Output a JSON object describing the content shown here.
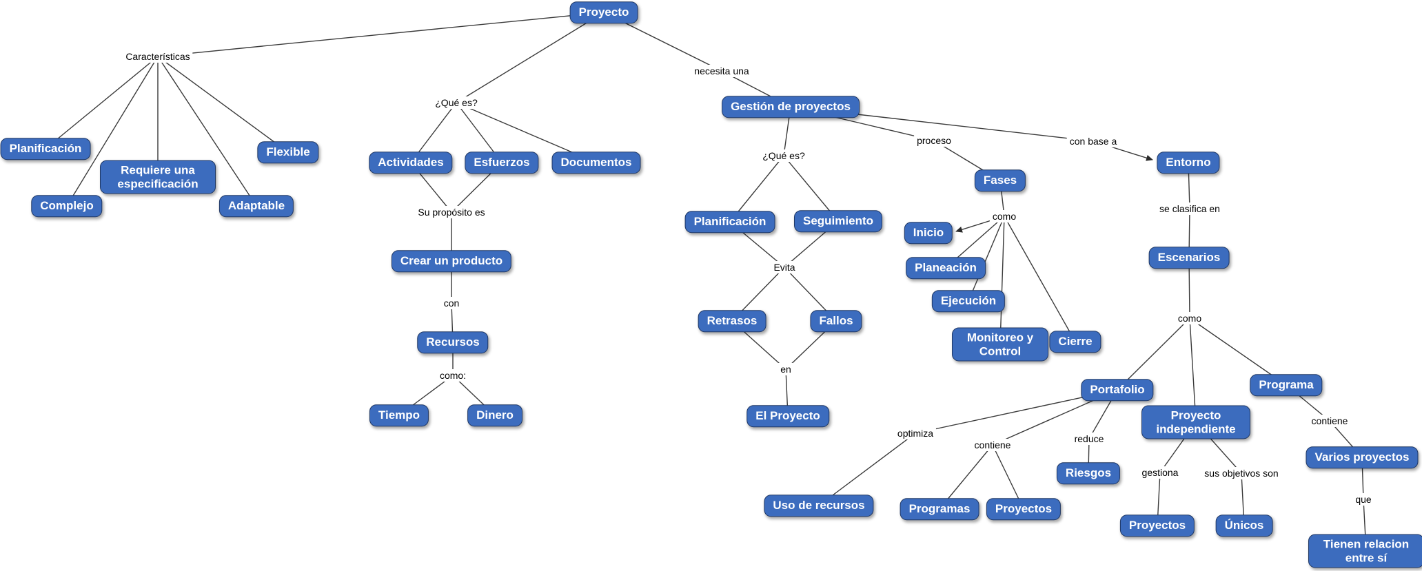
{
  "title": "Mapa conceptual: Proyecto",
  "colors": {
    "node_bg": "#3c6cbe",
    "node_border": "#203864",
    "node_text": "#ffffff",
    "label_text": "#000000",
    "line": "#3a3a3a",
    "background": "#ffffff"
  },
  "nodes": {
    "proyecto": "Proyecto",
    "planificacion_izq": "Planificación",
    "requiere_especificacion": "Requiere una especificación",
    "flexible": "Flexible",
    "complejo": "Complejo",
    "adaptable": "Adaptable",
    "actividades": "Actividades",
    "esfuerzos": "Esfuerzos",
    "documentos": "Documentos",
    "crear_producto": "Crear un producto",
    "recursos": "Recursos",
    "tiempo": "Tiempo",
    "dinero": "Dinero",
    "gestion": "Gestión de proyectos",
    "planificacion_der": "Planificación",
    "seguimiento": "Seguimiento",
    "retrasos": "Retrasos",
    "fallos": "Fallos",
    "el_proyecto": "El Proyecto",
    "fases": "Fases",
    "inicio": "Inicio",
    "planeacion": "Planeación",
    "ejecucion": "Ejecución",
    "monitoreo": "Monitoreo y Control",
    "cierre": "Cierre",
    "entorno": "Entorno",
    "escenarios": "Escenarios",
    "portafolio": "Portafolio",
    "proyecto_indep": "Proyecto independiente",
    "programa": "Programa",
    "uso_recursos": "Uso de recursos",
    "programas": "Programas",
    "proyectos_cont": "Proyectos",
    "riesgos": "Riesgos",
    "proyectos_gest": "Proyectos",
    "unicos": "Únicos",
    "varios_proyectos": "Varios proyectos",
    "tienen_relacion": "Tienen relacion entre sí"
  },
  "labels": {
    "caracteristicas": "Características",
    "que_es_izq": "¿Qué es?",
    "necesita_una": "necesita una",
    "su_proposito": "Su propósito es",
    "con": "con",
    "como_recursos": "como:",
    "que_es_der": "¿Qué es?",
    "evita": "Evita",
    "en": "en",
    "proceso": "proceso",
    "como_fases": "como",
    "con_base_a": "con base a",
    "se_clasifica": "se clasifica en",
    "como_escenarios": "como",
    "optimiza": "optimiza",
    "contiene_portafolio": "contiene",
    "reduce": "reduce",
    "gestiona": "gestiona",
    "sus_objetivos": "sus objetivos son",
    "contiene_programa": "contiene",
    "que": "que"
  }
}
